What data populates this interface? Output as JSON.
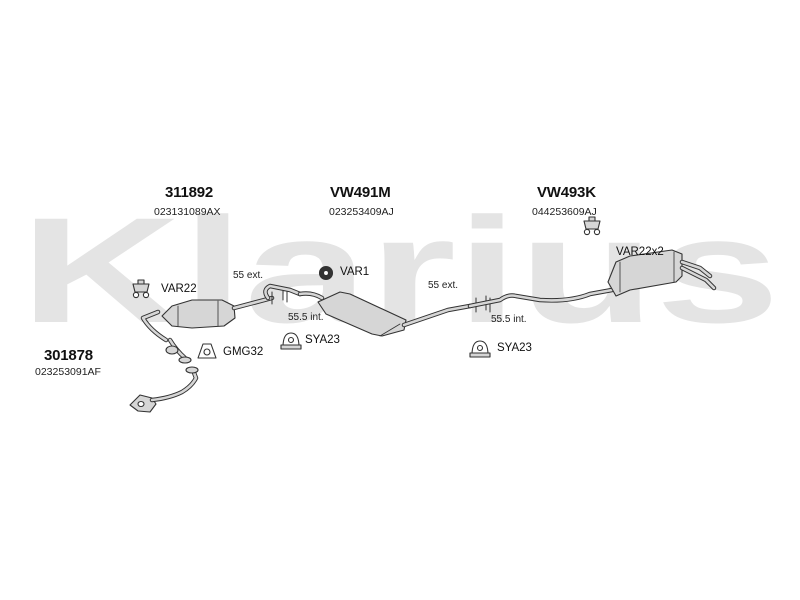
{
  "watermark": {
    "text": "Klarius",
    "color": "#e4e4e4"
  },
  "colors": {
    "part": "#d6d6d6",
    "part_stroke": "#333333",
    "text": "#111111"
  },
  "parts": {
    "manifold": {
      "number": "301878",
      "oem": "023253091AF"
    },
    "catalyst": {
      "number": "311892",
      "oem": "023131089AX"
    },
    "middle": {
      "number": "VW491M",
      "oem": "023253409AJ"
    },
    "rear": {
      "number": "VW493K",
      "oem": "044253609AJ"
    }
  },
  "accessories": {
    "mount_front": {
      "code": "VAR22",
      "icon": "rubber-mount-icon"
    },
    "gasket": {
      "code": "GMG32",
      "icon": "gasket-icon"
    },
    "ring": {
      "code": "VAR1",
      "icon": "rubber-ring-icon"
    },
    "clamp_1": {
      "code": "SYA23",
      "icon": "clamp-icon"
    },
    "clamp_2": {
      "code": "SYA23",
      "icon": "clamp-icon"
    },
    "mount_rear": {
      "code": "VAR22x2",
      "icon": "rubber-mount-icon"
    }
  },
  "joints": {
    "joint1_ext": "55 ext.",
    "joint1_int": "55.5 int.",
    "joint2_ext": "55 ext.",
    "joint2_int": "55.5 int."
  }
}
